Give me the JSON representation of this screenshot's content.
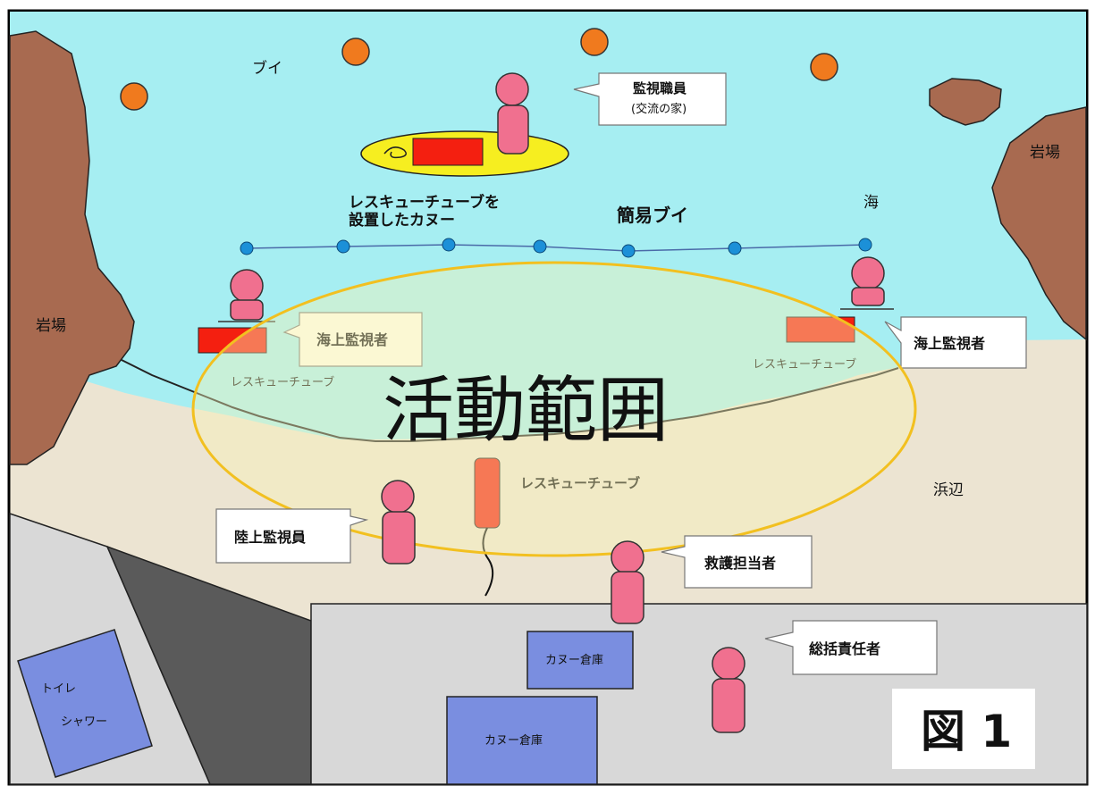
{
  "labels": {
    "buoy": "ブイ",
    "staff_title": "監視職員",
    "staff_sub": "(交流の家)",
    "rocks_right": "岩場",
    "rocks_left": "岩場",
    "canoe_line1": "レスキューチューブを",
    "canoe_line2": "設置したカヌー",
    "simple_buoy": "簡易ブイ",
    "sea": "海",
    "sea_watcher_left": "海上監視者",
    "sea_watcher_right": "海上監視者",
    "tube_left": "レスキューチューブ",
    "tube_right": "レスキューチューブ",
    "tube_center": "レスキューチューブ",
    "activity_area": "活動範囲",
    "beach": "浜辺",
    "land_watcher": "陸上監視員",
    "rescue_person": "救護担当者",
    "chief": "総括責任者",
    "toilet": "トイレ",
    "shower": "シャワー",
    "canoe_shed_small": "カヌー倉庫",
    "canoe_shed_large": "カヌー倉庫",
    "figure": "図 1"
  },
  "colors": {
    "sea": "#a6eef2",
    "beach": "#ece4d2",
    "rock": "#a86a50",
    "buoy": "#f07a1e",
    "small_buoy": "#1c90d8",
    "rescue_tube": "#f41f10",
    "person": "#f0708f",
    "area_fill": "#f8f3b4",
    "area_stroke": "#f2c020",
    "canoe": "#f6ee20",
    "shed": "#7a8ee0",
    "pavement": "#d8d8d8",
    "slope": "#5a5a5a"
  }
}
